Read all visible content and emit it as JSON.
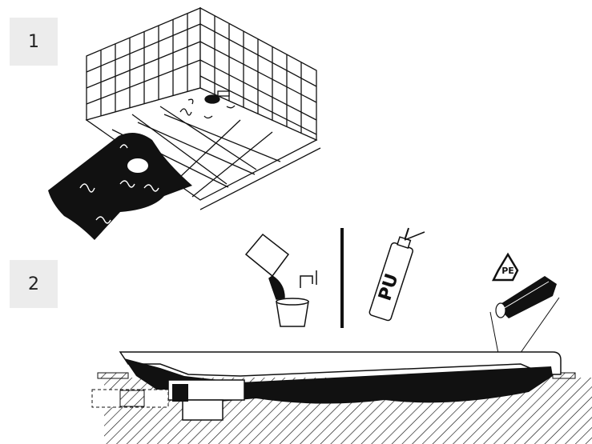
{
  "steps": [
    {
      "number": "1"
    },
    {
      "number": "2"
    }
  ],
  "labels": {
    "foam_can": "PU",
    "recycling_symbol": "PE"
  },
  "colors": {
    "step_box": "#ececec",
    "ink": "#111111"
  }
}
